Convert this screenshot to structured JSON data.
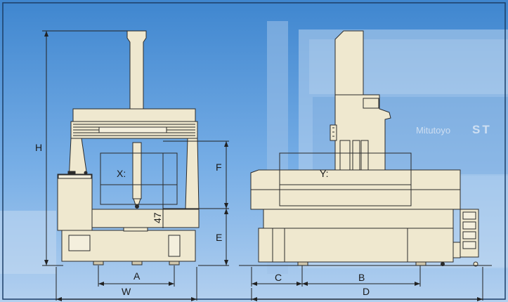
{
  "labels": {
    "H": "H",
    "X": "X:",
    "F": "F",
    "E": "E",
    "d47": "47",
    "A": "A",
    "W": "W",
    "Y": "Y:",
    "C": "C",
    "B": "B",
    "D": "D"
  },
  "background_text": {
    "brand": "Mitutoyo",
    "model": "ST"
  },
  "colors": {
    "background_top": "#3e86cf",
    "background_bottom": "#a9c9ee",
    "machine_body": "#efe8cf",
    "outline": "#2b2b2b",
    "dimension_line": "#222222"
  }
}
